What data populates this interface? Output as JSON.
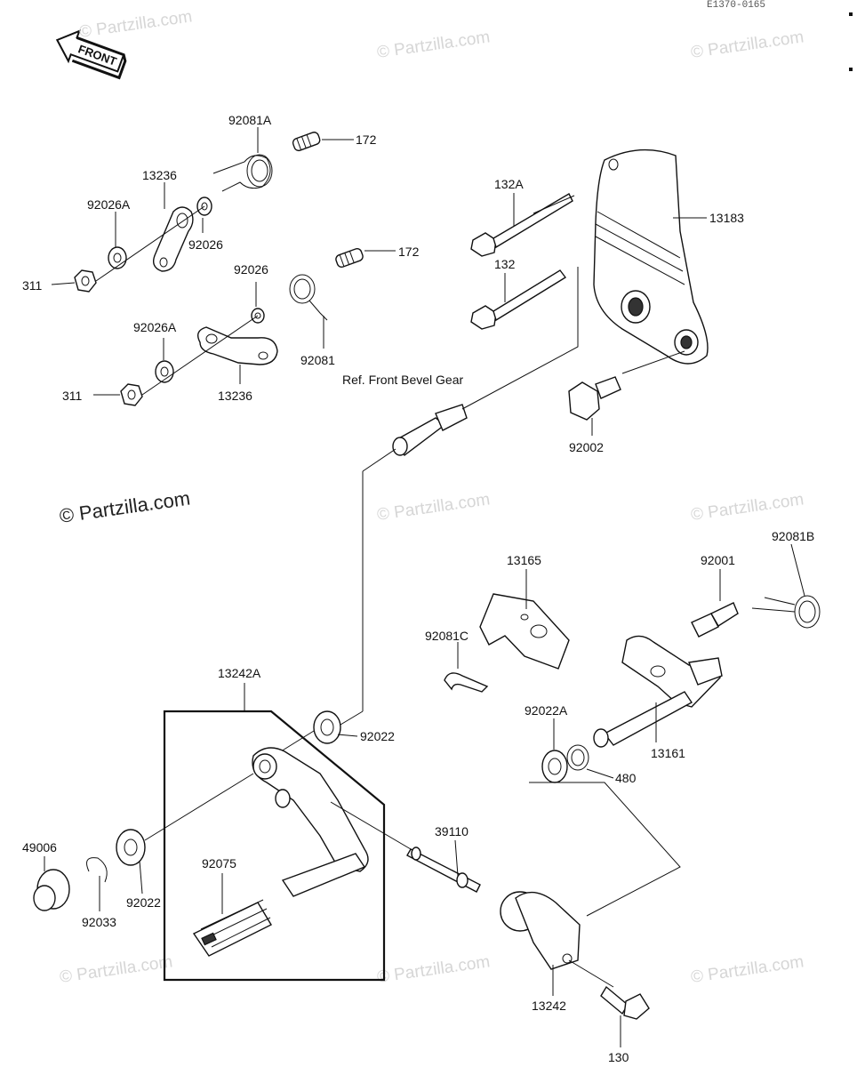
{
  "diagram_code": "E1370-0165",
  "front_arrow_text": "FRONT",
  "reference_text": "Ref. Front Bevel Gear",
  "watermark": "© Partzilla.com",
  "labels": {
    "p92081A": "92081A",
    "p172a": "172",
    "p13236a": "13236",
    "p92026Aa": "92026A",
    "p92026a": "92026",
    "p311a": "311",
    "p172b": "172",
    "p92026b": "92026",
    "p92026Ab": "92026A",
    "p92081": "92081",
    "p311b": "311",
    "p13236b": "13236",
    "p132A": "132A",
    "p13183": "13183",
    "p132": "132",
    "p92002": "92002",
    "p13165": "13165",
    "p92001": "92001",
    "p92081B": "92081B",
    "p92081C": "92081C",
    "p92022A": "92022A",
    "p13161": "13161",
    "p480": "480",
    "p13242A": "13242A",
    "p92022a": "92022",
    "p92022b": "92022",
    "p49006": "49006",
    "p92033": "92033",
    "p92075": "92075",
    "p39110": "39110",
    "p13242": "13242",
    "p130": "130"
  }
}
